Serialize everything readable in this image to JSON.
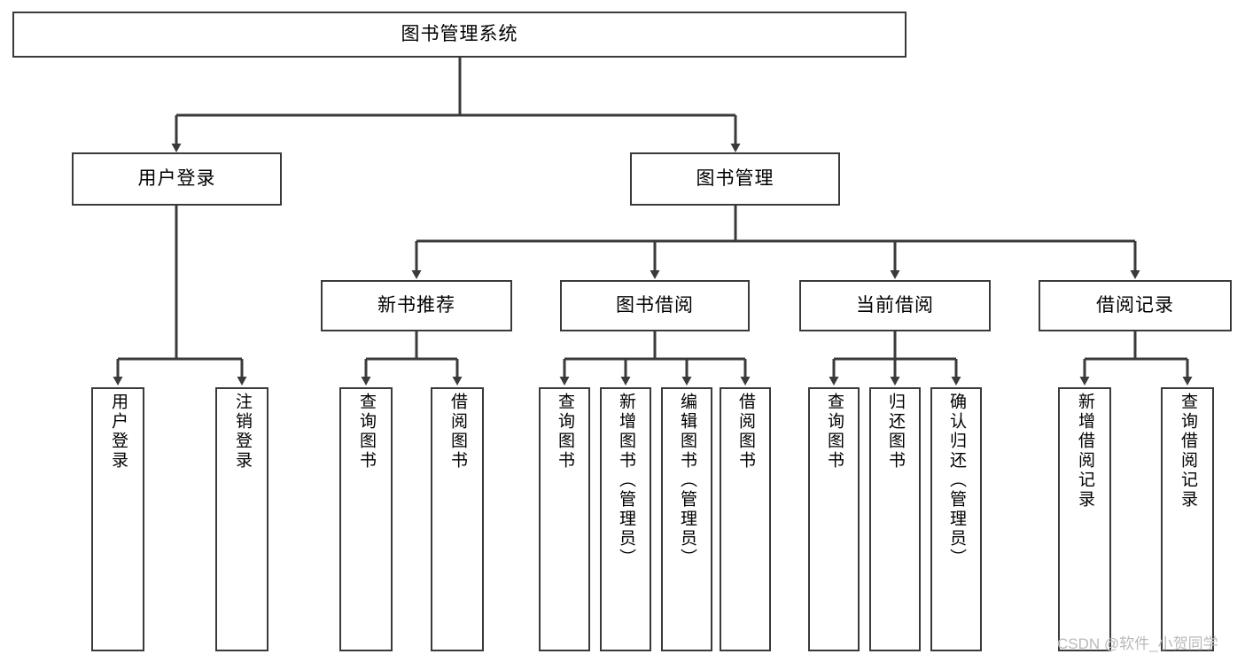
{
  "diagram": {
    "type": "tree",
    "title": "图书管理系统",
    "watermark": "CSDN @软件_小贺同学",
    "colors": {
      "box_border": "#3a3a3a",
      "box_fill": "#ffffff",
      "edge": "#3a3a3a",
      "text": "#000000",
      "watermark": "#b9b9b9"
    },
    "root": {
      "label": "图书管理系统"
    },
    "level2": [
      {
        "id": "user-login",
        "label": "用户登录"
      },
      {
        "id": "book-manage",
        "label": "图书管理"
      }
    ],
    "level3": [
      {
        "id": "new-book-recommend",
        "label": "新书推荐",
        "parent": "book-manage"
      },
      {
        "id": "book-borrow",
        "label": "图书借阅",
        "parent": "book-manage"
      },
      {
        "id": "current-borrow",
        "label": "当前借阅",
        "parent": "book-manage"
      },
      {
        "id": "borrow-record",
        "label": "借阅记录",
        "parent": "book-manage"
      }
    ],
    "leaves": {
      "user_login": [
        {
          "id": "leaf-user-login",
          "label": "用户登录"
        },
        {
          "id": "leaf-logout-login",
          "label": "注销登录"
        }
      ],
      "new_book_recommend": [
        {
          "id": "leaf-query-book-1",
          "label": "查询图书"
        },
        {
          "id": "leaf-borrow-book-1",
          "label": "借阅图书"
        }
      ],
      "book_borrow": [
        {
          "id": "leaf-query-book-2",
          "label": "查询图书"
        },
        {
          "id": "leaf-add-book",
          "label": "新增图书（管理员）"
        },
        {
          "id": "leaf-edit-book",
          "label": "编辑图书（管理员）"
        },
        {
          "id": "leaf-borrow-book-2",
          "label": "借阅图书"
        }
      ],
      "current_borrow": [
        {
          "id": "leaf-query-book-3",
          "label": "查询图书"
        },
        {
          "id": "leaf-return-book",
          "label": "归还图书"
        },
        {
          "id": "leaf-confirm-return",
          "label": "确认归还（管理员）"
        }
      ],
      "borrow_record": [
        {
          "id": "leaf-add-record",
          "label": "新增借阅记录"
        },
        {
          "id": "leaf-query-record",
          "label": "查询借阅记录"
        }
      ]
    }
  }
}
